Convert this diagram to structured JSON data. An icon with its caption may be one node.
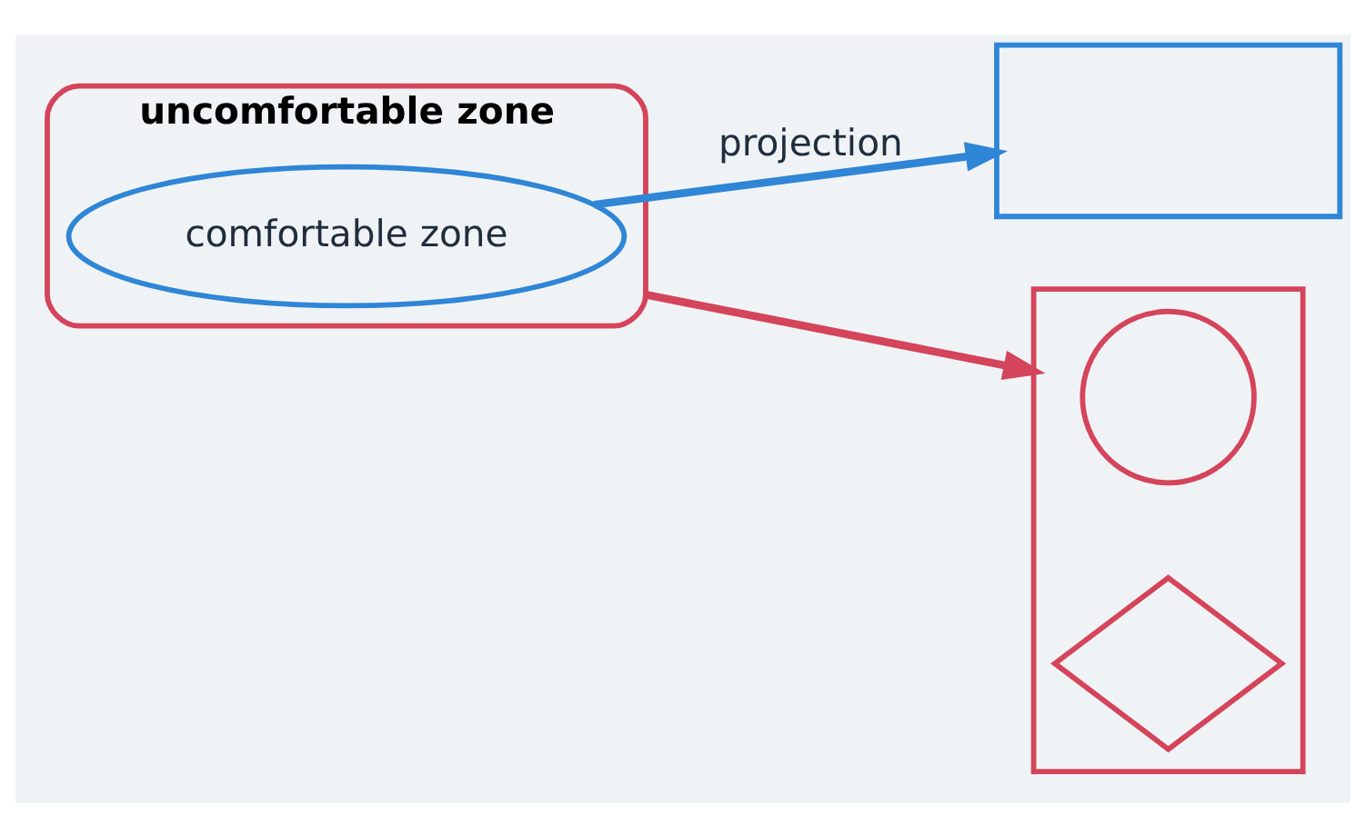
{
  "diagram": {
    "nodes": [
      {
        "text": [
          "uncomfortable zone"
        ]
      },
      {
        "text": [
          "comfortable zone"
        ],
        "in": 0
      },
      {
        "text": [],
        "shape": "box"
      },
      {
        "text": [],
        "shape": "box"
      },
      {
        "text": [],
        "shape": "circle",
        "in": 3
      },
      {
        "text": [],
        "shape": "diamond",
        "in": 3
      }
    ],
    "edges": [
      {
        "from": 1,
        "to": 2,
        "arrow": "to",
        "label": "projection",
        "color": "#2f86d6"
      },
      {
        "from": 0,
        "to": 3,
        "arrow": "to",
        "color": "#d4445a"
      }
    ]
  }
}
